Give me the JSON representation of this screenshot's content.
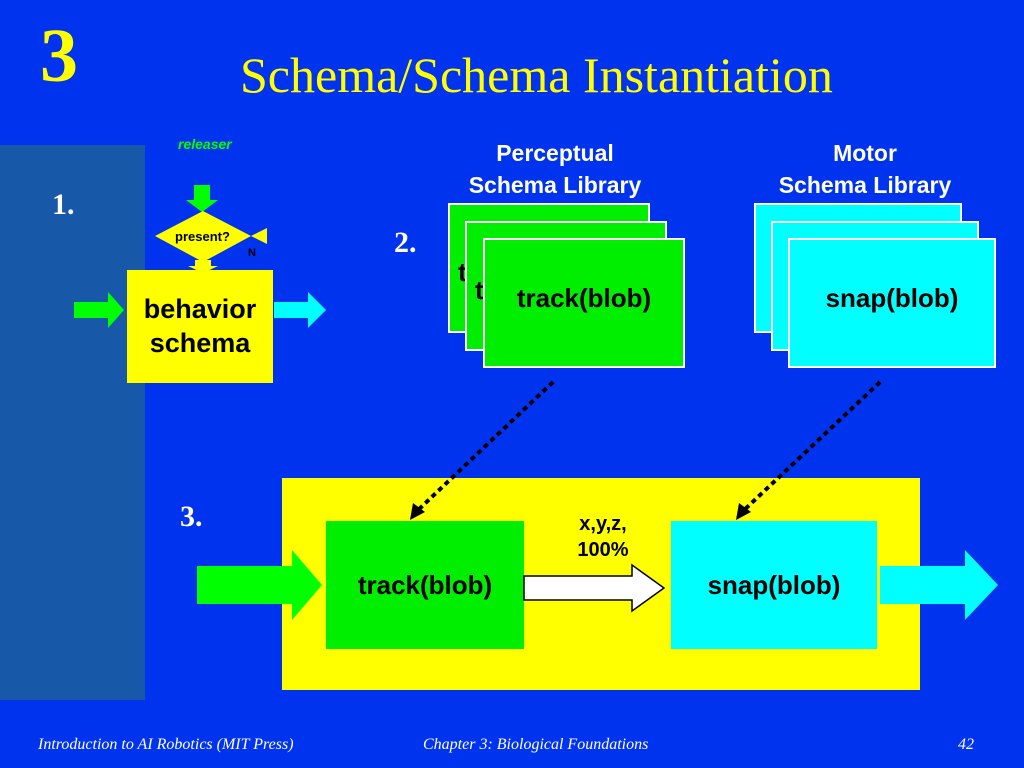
{
  "chapter_number": "3",
  "title": "Schema/Schema Instantiation",
  "step1": {
    "label": "1.",
    "releaser_label": "releaser",
    "decision_label": "present?",
    "no_label": "N",
    "behavior_line1": "behavior",
    "behavior_line2": "schema"
  },
  "step2": {
    "label": "2.",
    "perceptual_title_line1": "Perceptual",
    "perceptual_title_line2": "Schema Library",
    "perceptual_card_text": "track(blob)",
    "motor_title_line1": "Motor",
    "motor_title_line2": "Schema Library",
    "motor_card_text": "snap(blob)"
  },
  "step3": {
    "label": "3.",
    "track_label": "track(blob)",
    "snap_label": "snap(blob)",
    "data_label_line1": "x,y,z,",
    "data_label_line2": "100%"
  },
  "footer": {
    "left": "Introduction to AI Robotics (MIT Press)",
    "center": "Chapter 3: Biological Foundations",
    "page": "42"
  },
  "colors": {
    "background": "#0033ee",
    "sidebar": "#1759a8",
    "title": "#ffff00",
    "perceptual_green": "#00ee00",
    "motor_cyan": "#00ffff",
    "step3_panel": "#ffff00",
    "behavior_box": "#ffff00"
  }
}
